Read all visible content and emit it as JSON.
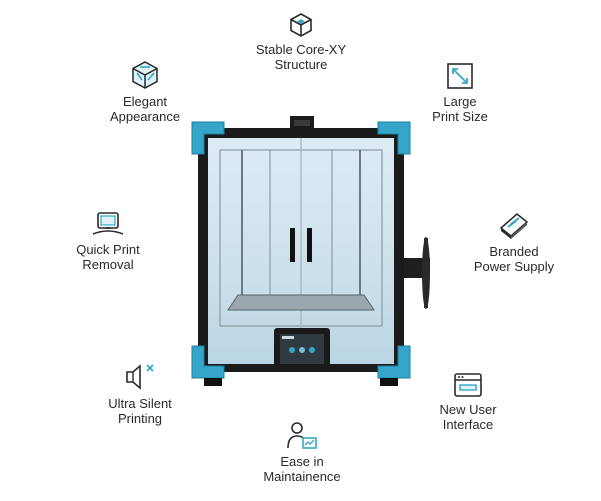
{
  "accent_color": "#35a6c9",
  "features": {
    "core_xy": {
      "label": "Stable Core-XY\nStructure",
      "icon": "cube-frame-icon"
    },
    "elegant": {
      "label": "Elegant\nAppearance",
      "icon": "cube-icon"
    },
    "large": {
      "label": "Large\nPrint Size",
      "icon": "diagonal-arrow-icon"
    },
    "quick": {
      "label": "Quick Print\nRemoval",
      "icon": "flexible-plate-icon"
    },
    "psu": {
      "label": "Branded\nPower Supply",
      "icon": "power-supply-icon"
    },
    "silent": {
      "label": "Ultra Silent\nPrinting",
      "icon": "muted-speaker-icon"
    },
    "ui": {
      "label": "New User\nInterface",
      "icon": "window-icon"
    },
    "maint": {
      "label": "Ease in\nMaintainence",
      "icon": "user-chart-icon"
    }
  },
  "printer": {
    "icon": "3d-printer-illustration"
  }
}
